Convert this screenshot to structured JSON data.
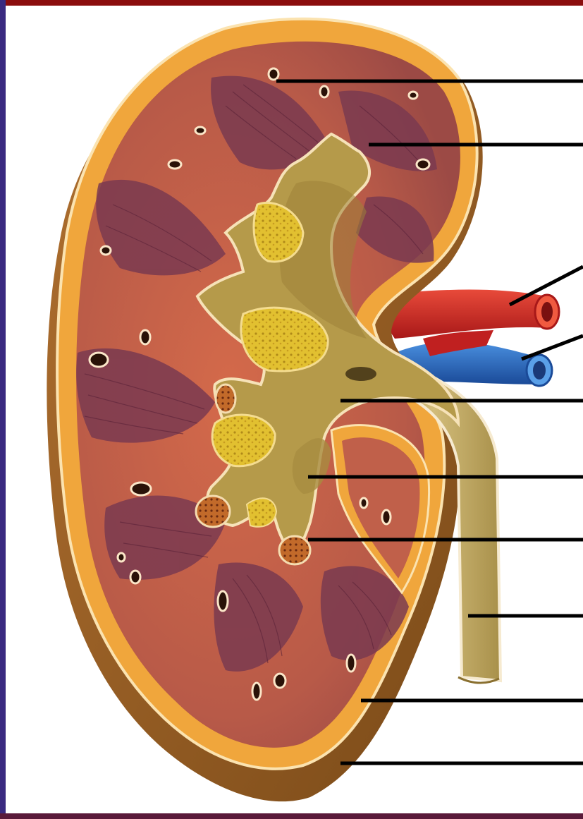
{
  "figure": {
    "frame_colors": {
      "border_top": "#8b0d0d",
      "border_left": "#2e2a8a",
      "background": "#ffffff"
    },
    "tissue_colors": {
      "capsule": "#f0a63c",
      "cortex": "#c0604a",
      "medulla_pyramid": "#7a3a50",
      "renal_column": "#d9a05a",
      "pelvis": "#b59a4a",
      "fat_sinus": "#e6c63a",
      "artery": "#d42828",
      "vein": "#2a6fc0",
      "ureter": "#c9b16a",
      "outer_shell": "#9a5f20"
    },
    "label_lines": [
      {
        "name": "label-line-1",
        "points_to": "cortex-vessel"
      },
      {
        "name": "label-line-2",
        "points_to": "renal-pyramid"
      },
      {
        "name": "label-line-3",
        "points_to": "renal-artery"
      },
      {
        "name": "label-line-4",
        "points_to": "renal-vein"
      },
      {
        "name": "label-line-5",
        "points_to": "renal-pelvis"
      },
      {
        "name": "label-line-6",
        "points_to": "major-calyx"
      },
      {
        "name": "label-line-7",
        "points_to": "minor-calyx"
      },
      {
        "name": "label-line-8",
        "points_to": "ureter"
      },
      {
        "name": "label-line-9",
        "points_to": "renal-capsule"
      },
      {
        "name": "label-line-10",
        "points_to": "outer-kidney-surface"
      }
    ]
  }
}
